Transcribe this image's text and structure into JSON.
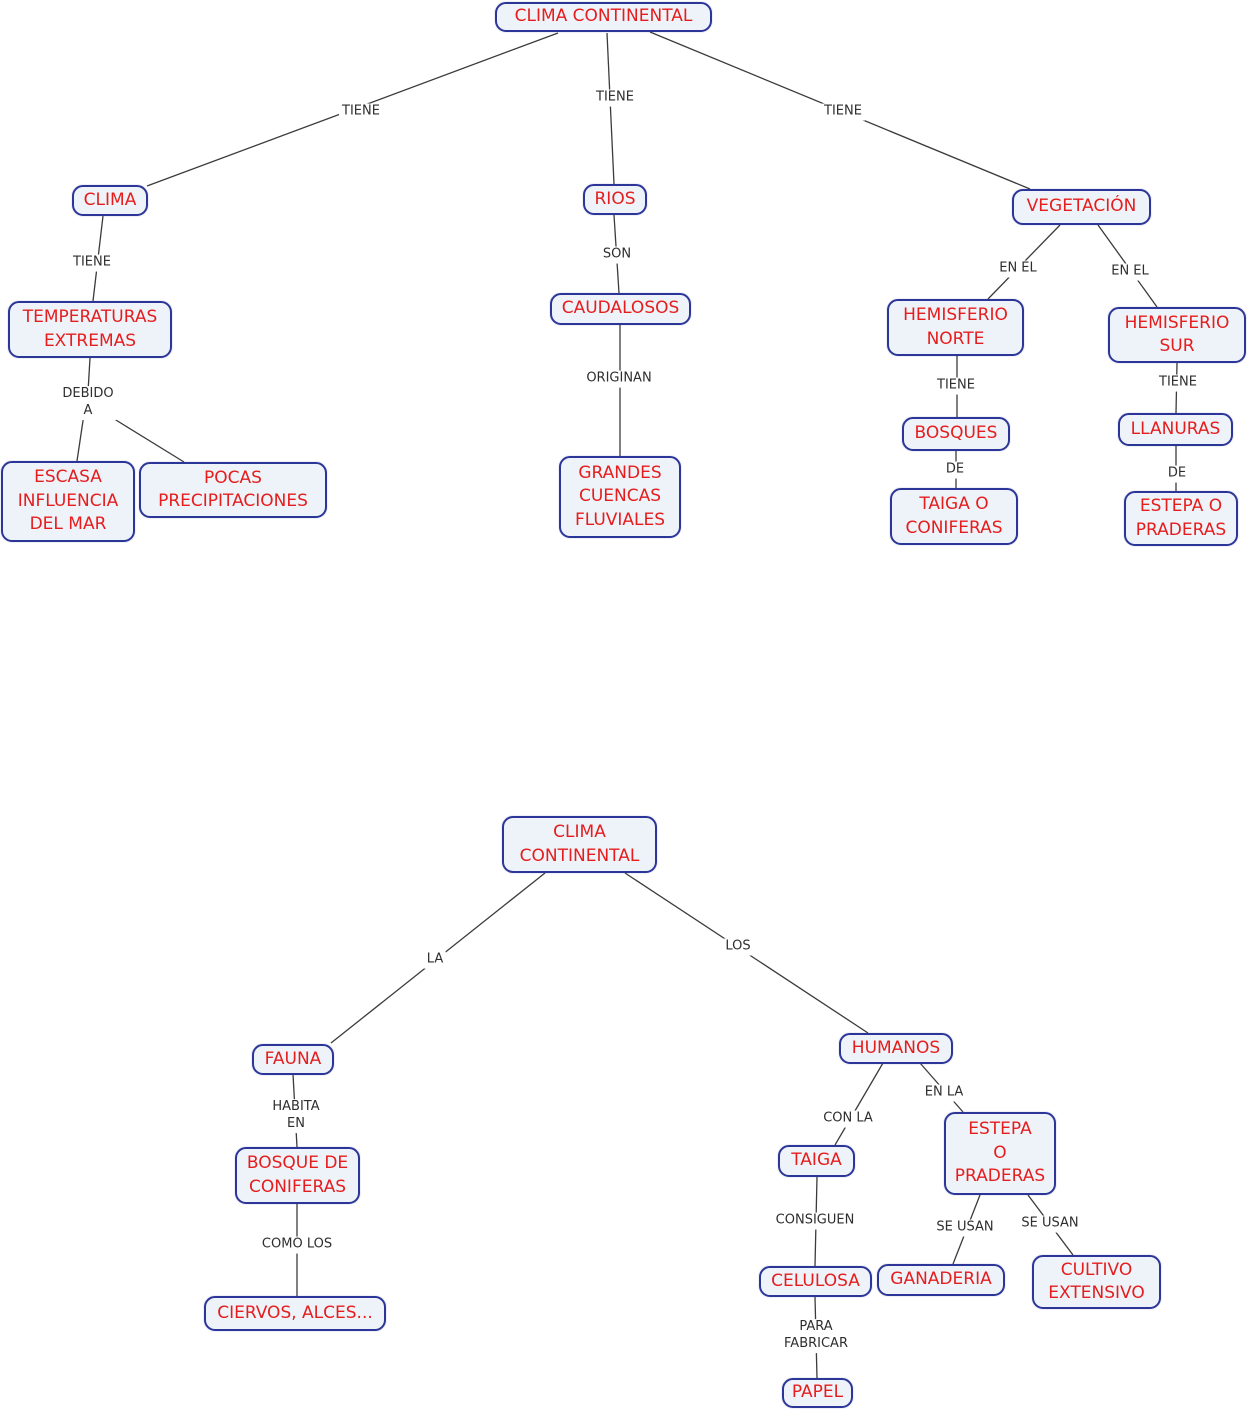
{
  "colors": {
    "node_fill": "#eef3f9",
    "node_border": "#2b3698",
    "node_text": "#e51d1d",
    "link_text": "#2e2e2e",
    "line": "#3b3b3b",
    "background": "#ffffff"
  },
  "map_top": {
    "nodes": {
      "root": "CLIMA CONTINENTAL",
      "clima": "CLIMA",
      "temperaturas_extremas": "TEMPERATURAS\nEXTREMAS",
      "escasa_influencia_del_mar": "ESCASA\nINFLUENCIA\nDEL MAR",
      "pocas_precipitaciones": "POCAS\nPRECIPITACIONES",
      "rios": "RIOS",
      "caudalosos": "CAUDALOSOS",
      "grandes_cuencas_fluviales": "GRANDES\nCUENCAS\nFLUVIALES",
      "vegetacion": "VEGETACIÓN",
      "hemisferio_norte": "HEMISFERIO\nNORTE",
      "hemisferio_sur": "HEMISFERIO\nSUR",
      "bosques": "BOSQUES",
      "taiga_o_coniferas": "TAIGA O\nCONIFERAS",
      "llanuras": "LLANURAS",
      "estepa_o_praderas": "ESTEPA O\nPRADERAS"
    },
    "links": {
      "tiene_1": "TIENE",
      "tiene_2": "TIENE",
      "tiene_3": "TIENE",
      "tiene_4": "TIENE",
      "debido_a": "DEBIDO\nA",
      "son": "SON",
      "originan": "ORIGINAN",
      "en_el_1": "EN EL",
      "en_el_2": "EN EL",
      "tiene_5": "TIENE",
      "de_1": "DE",
      "tiene_6": "TIENE",
      "de_2": "DE"
    }
  },
  "map_bottom": {
    "nodes": {
      "root": "CLIMA\nCONTINENTAL",
      "fauna": "FAUNA",
      "bosque_de_coniferas": "BOSQUE DE\nCONIFERAS",
      "ciervos_alces": "CIERVOS, ALCES...",
      "humanos": "HUMANOS",
      "taiga": "TAIGA",
      "estepa_o_praderas": "ESTEPA\nO\nPRADERAS",
      "celulosa": "CELULOSA",
      "ganaderia": "GANADERIA",
      "cultivo_extensivo": "CULTIVO\nEXTENSIVO",
      "papel": "PAPEL"
    },
    "links": {
      "la": "LA",
      "los": "LOS",
      "habita_en": "HABITA\nEN",
      "como_los": "COMO LOS",
      "con_la": "CON LA",
      "en_la": "EN LA",
      "consiguen": "CONSIGUEN",
      "para_fabricar": "PARA\nFABRICAR",
      "se_usan_1": "SE USAN",
      "se_usan_2": "SE USAN"
    }
  }
}
